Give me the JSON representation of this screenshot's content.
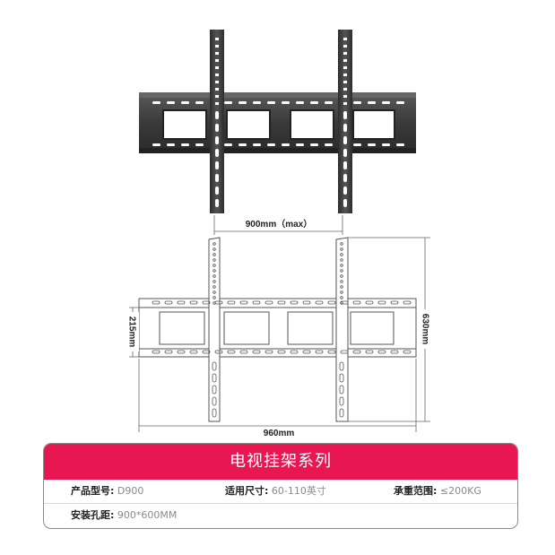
{
  "dimensions": {
    "max_spacing": "900mm（max）",
    "plate_height": "215mm",
    "total_height": "630mm",
    "total_width": "960mm"
  },
  "spec_card": {
    "title": "电视挂架系列",
    "rows": [
      [
        {
          "key": "产品型号:",
          "value": "D900"
        },
        {
          "key": "适用尺寸:",
          "value": "60-110英寸"
        },
        {
          "key": "承重范围:",
          "value": "≤200KG"
        }
      ],
      [
        {
          "key": "安装孔距:",
          "value": "900*600MM"
        }
      ]
    ]
  },
  "colors": {
    "accent": "#e81651",
    "metal": "#3a3a3a",
    "line_drawing": "#555555"
  }
}
